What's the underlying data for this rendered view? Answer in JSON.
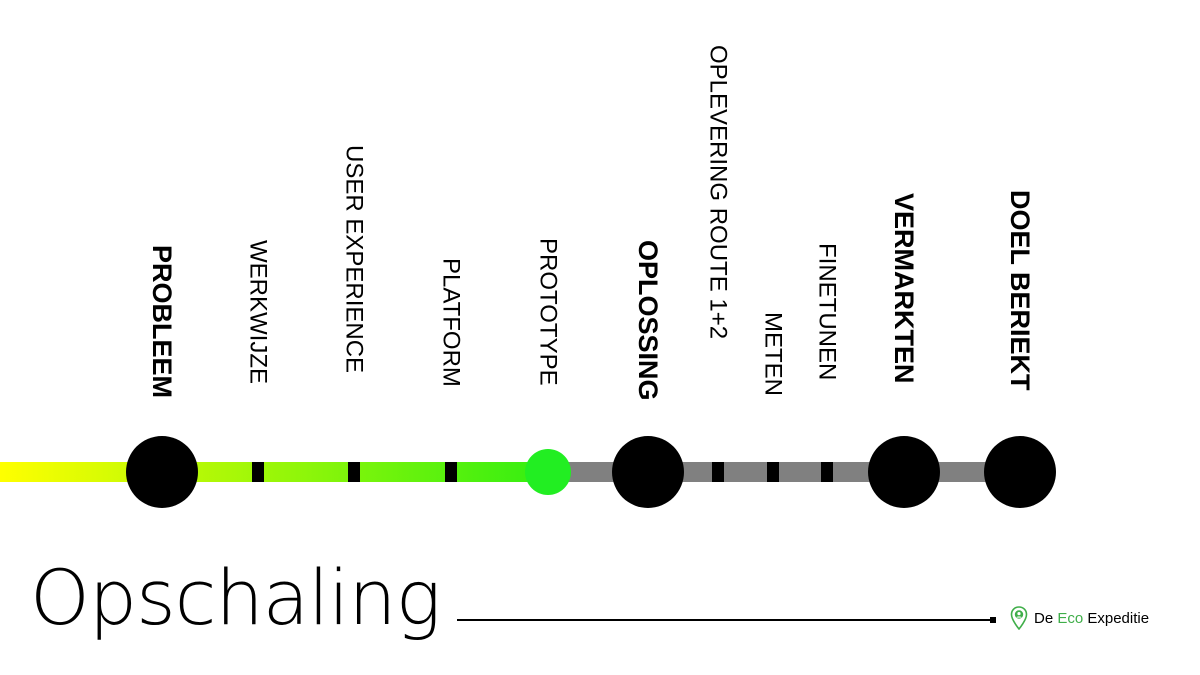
{
  "title": "Opschaling",
  "brand": {
    "pre": "De ",
    "eco": "Eco",
    "post": " Expeditie",
    "eco_color": "#3fae49"
  },
  "colors": {
    "gradient_start": "#ffff00",
    "gradient_end": "#33ee11",
    "gray_track": "#808080",
    "milestone": "#000000",
    "current": "#22ee22"
  },
  "timeline": {
    "steps": [
      {
        "label": "PROBLEEM",
        "kind": "milestone",
        "bold": true
      },
      {
        "label": "WERKWIJZE",
        "kind": "tick",
        "bold": false
      },
      {
        "label": "USER EXPERIENCE",
        "kind": "tick",
        "bold": false
      },
      {
        "label": "PLATFORM",
        "kind": "tick",
        "bold": false
      },
      {
        "label": "PROTOTYPE",
        "kind": "current",
        "bold": false
      },
      {
        "label": "OPLOSSING",
        "kind": "milestone",
        "bold": true
      },
      {
        "label": "OPLEVERING ROUTE 1+2",
        "kind": "tick",
        "bold": false
      },
      {
        "label": "METEN",
        "kind": "tick",
        "bold": false
      },
      {
        "label": "FINETUNEN",
        "kind": "tick",
        "bold": false
      },
      {
        "label": "VERMARKTEN",
        "kind": "milestone",
        "bold": true
      },
      {
        "label": "DOEL BERIEKT",
        "kind": "milestone",
        "bold": true
      }
    ]
  }
}
